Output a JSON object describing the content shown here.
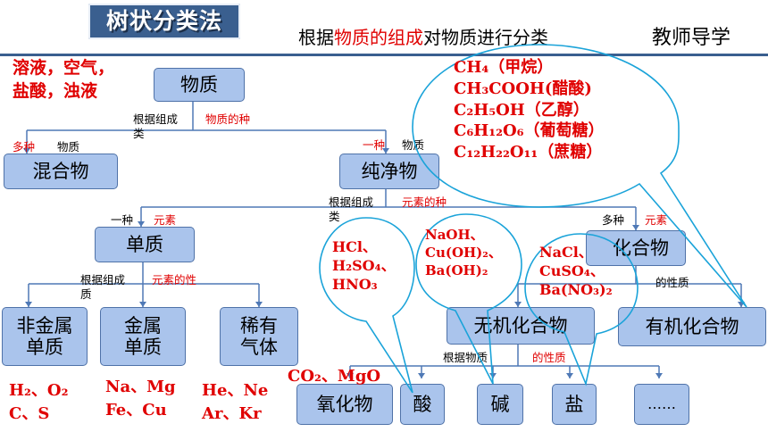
{
  "header": {
    "title": "树状分类法",
    "subtitle_pre": "根据",
    "subtitle_hl": "物质的组成",
    "subtitle_post": "对物质进行分类",
    "teacher": "教师导学"
  },
  "nodes": {
    "matter": "物质",
    "mixture": "混合物",
    "pure": "纯净物",
    "element_substance": "单质",
    "compound": "化合物",
    "nonmetal": "非金属单质",
    "metal": "金属单质",
    "noble": "稀有气体",
    "inorganic": "无机化合物",
    "organic": "有机化合物",
    "oxide": "氧化物",
    "acid": "酸",
    "base": "碱",
    "salt": "盐",
    "etc": "……"
  },
  "labels": {
    "l1_black": "根据组成",
    "l1_red": "物质的种",
    "l1_black2": "类",
    "many_matter_red": "多种",
    "many_matter_black": "物质",
    "one_matter_red": "一种",
    "one_matter_black": "物质",
    "l2_black": "根据组成",
    "l2_red": "元素的种",
    "l2_black2": "类",
    "one_elem_black": "一种",
    "one_elem_red": "元素",
    "many_elem_black": "多种",
    "many_elem_red": "元素",
    "l3_black": "根据组成",
    "l3_red": "元素的性",
    "l3_black2": "质",
    "l4_red": "的性质",
    "l5_black": "根据物质",
    "l5_red": "的性质"
  },
  "examples": {
    "mixture_ex1": "溶液，空气，",
    "mixture_ex2": "盐酸，浊液",
    "nonmetal_ex1": "H₂、O₂",
    "nonmetal_ex2": "C、S",
    "metal_ex1": "Na、Mg",
    "metal_ex2": "Fe、Cu",
    "noble_ex1": "He、Ne",
    "noble_ex2": "Ar、Kr",
    "oxide_ex": "CO₂、MgO"
  },
  "bubbles": {
    "organic": [
      "CH₄（甲烷）",
      "CH₃COOH(醋酸)",
      "C₂H₅OH（乙醇）",
      "C₆H₁₂O₆（葡萄糖）",
      "C₁₂H₂₂O₁₁（蔗糖）"
    ],
    "acid": [
      "HCl、",
      "H₂SO₄、",
      "HNO₃"
    ],
    "base": [
      "NaOH、",
      "Cu(OH)₂、",
      "Ba(OH)₂"
    ],
    "salt": [
      "NaCl、",
      "CuSO₄、",
      "Ba(NO₃)₂"
    ]
  },
  "colors": {
    "node_fill": "#aac4ec",
    "node_border": "#4f72a8",
    "line": "#4f79b6",
    "accent_red": "#e00000",
    "bubble": "#1aa3d9",
    "title_bg": "#3a5f8f"
  }
}
